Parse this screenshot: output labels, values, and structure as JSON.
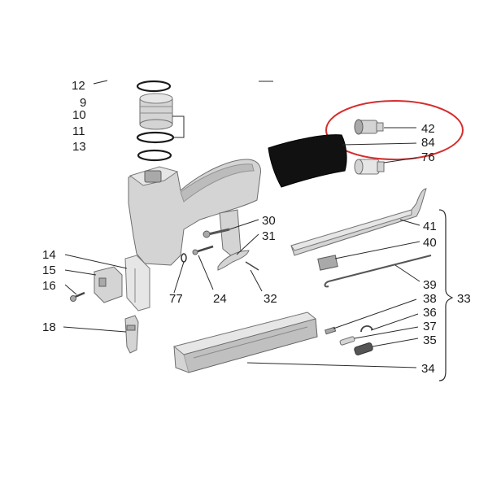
{
  "highlight_color": "#d62d2d",
  "labels": {
    "p12": "12",
    "p9": "9",
    "p10": "10",
    "p11": "11",
    "p13": "13",
    "p42": "42",
    "p84": "84",
    "p76": "76",
    "p30": "30",
    "p31": "31",
    "p41": "41",
    "p40": "40",
    "p14": "14",
    "p15": "15",
    "p16": "16",
    "p77": "77",
    "p24": "24",
    "p32": "32",
    "p39": "39",
    "p33": "33",
    "p38": "38",
    "p36": "36",
    "p37": "37",
    "p35": "35",
    "p18": "18",
    "p34": "34"
  }
}
